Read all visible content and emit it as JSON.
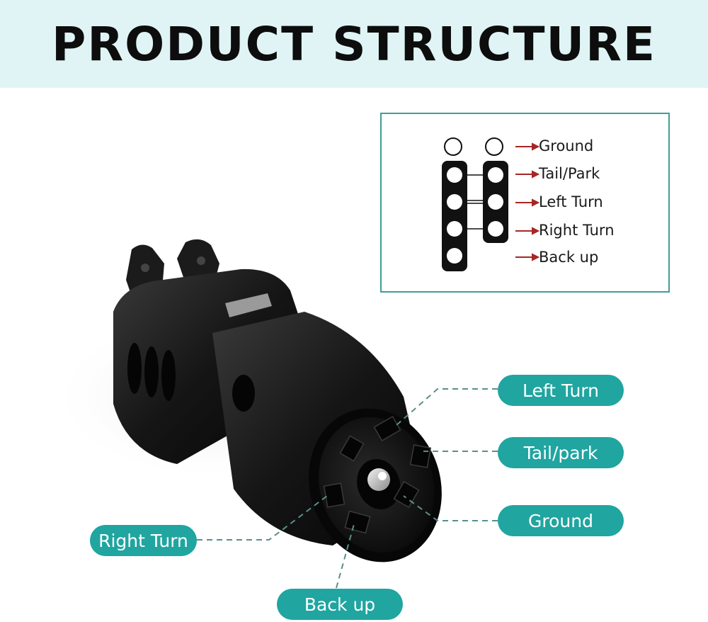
{
  "title": "PRODUCT STRUCTURE",
  "legend": {
    "items": [
      "Ground",
      "Tail/Park",
      "Left Turn",
      "Right Turn",
      "Back up"
    ]
  },
  "callouts": {
    "left_turn": "Left Turn",
    "tail_park": "Tail/park",
    "ground": "Ground",
    "right_turn": "Right Turn",
    "back_up": "Back up"
  },
  "colors": {
    "header_bg": "#e0f4f5",
    "accent": "#20a5a0",
    "arrow": "#a72626",
    "plug": "#111111"
  }
}
